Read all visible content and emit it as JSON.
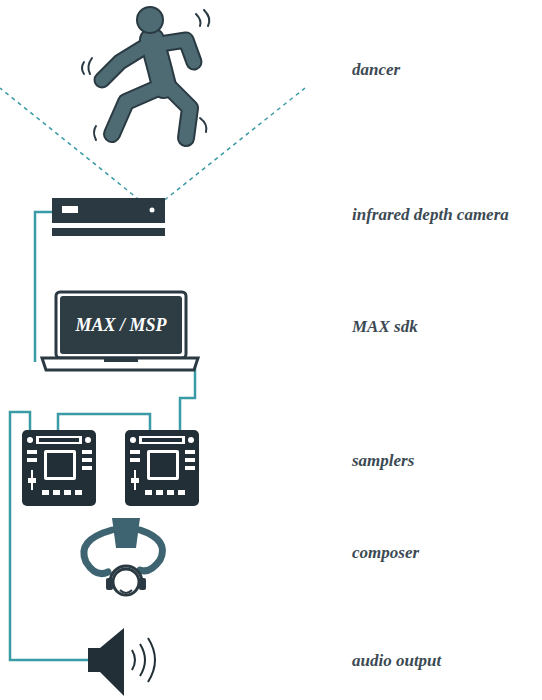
{
  "diagram": {
    "nodes": [
      {
        "text": [
          "MAX / MSP"
        ]
      }
    ],
    "labels": [
      "dancer",
      "infrared depth camera",
      "MAX sdk",
      "samplers",
      "composer",
      "audio output"
    ]
  }
}
